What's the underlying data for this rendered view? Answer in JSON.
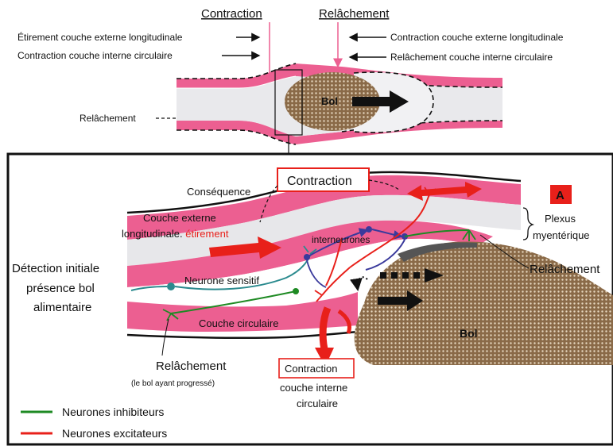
{
  "top": {
    "contraction_header": "Contraction",
    "relachement_header": "Relâchement",
    "left_label_1": "Étirement couche externe longitudinale",
    "left_label_2": "Contraction couche interne circulaire",
    "right_label_1": "Contraction couche externe longitudinale",
    "right_label_2": "Relâchement couche interne circulaire",
    "relachement_left": "Relâchement",
    "bolus": "Bol"
  },
  "detail": {
    "panel_letter": "A",
    "contraction_top": "Contraction",
    "consequence": "Conséquence",
    "outer_layer_line1": "Couche externe",
    "outer_layer_line2": "longitudinale.",
    "stretch": "étirement",
    "plexus_line1": "Plexus",
    "plexus_line2": "myentérique",
    "interneurons": "interneurones",
    "detection_line1": "Détection initiale",
    "detection_line2": "présence bol",
    "detection_line3": "alimentaire",
    "sensory_neuron": "Neurone sensitif",
    "relaxation_right": "Relâchement",
    "circular_layer": "Couche circulaire",
    "bolus": "Bol",
    "relaxation_bottom": "Relâchement",
    "relaxation_note": "(le bol ayant progressé)",
    "contraction_bottom": "Contraction",
    "inner_layer_line1": "couche interne",
    "inner_layer_line2": "circulaire"
  },
  "legend": {
    "inhibitory": "Neurones inhibiteurs",
    "excitatory": "Neurones excitateurs"
  },
  "colors": {
    "muscle_pink": "#ec5f91",
    "excitatory_red": "#e8201a",
    "inhibitory_green": "#1e8a23",
    "interneuron_blue": "#3a3a9c",
    "sensory_teal": "#2a8a8e",
    "bolus_brown": "#8a6a48"
  }
}
